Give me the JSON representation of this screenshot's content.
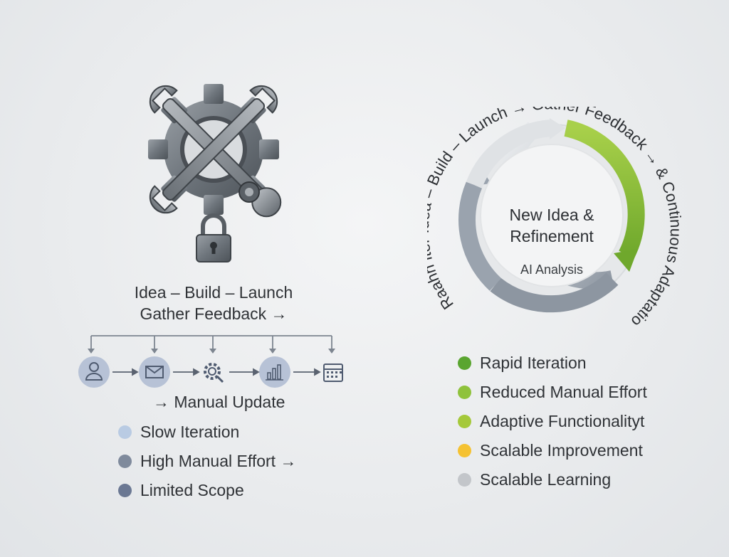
{
  "left": {
    "flow_line1": "Idea – Build – Launch",
    "flow_line2": "Gather Feedback →",
    "manual_update": "→ Manual Update",
    "steps": [
      {
        "icon": "user-icon",
        "color": "#b7c2d6"
      },
      {
        "icon": "mail-icon",
        "color": "#b7c2d6"
      },
      {
        "icon": "gear-search-icon",
        "color": "none"
      },
      {
        "icon": "bar-chart-icon",
        "color": "#b7c2d6"
      },
      {
        "icon": "calendar-icon",
        "color": "none"
      }
    ],
    "legend": [
      {
        "label": "Slow Iteration",
        "color": "#b9cbe3"
      },
      {
        "label": "High Manual Effort →",
        "color": "#7f8a9c"
      },
      {
        "label": "Limited Scope",
        "color": "#6b7893"
      }
    ]
  },
  "right": {
    "center_title_line1": "New Idea &",
    "center_title_line2": "Refinement",
    "center_subtitle": "AI Analysis",
    "ring_text": "Raahn iter Idea – Build – Launch → Gather Feedback → & Continuous Adaptation l",
    "legend": [
      {
        "label": "Rapid Iteration",
        "color": "#5aa530"
      },
      {
        "label": "Reduced Manual Effort",
        "color": "#8fc23c"
      },
      {
        "label": "Adaptive Functionalityt",
        "color": "#a5c93a"
      },
      {
        "label": "Scalable Improvement",
        "color": "#f5c232"
      },
      {
        "label": "Scalable Learning",
        "color": "#c3c6ca"
      }
    ]
  }
}
